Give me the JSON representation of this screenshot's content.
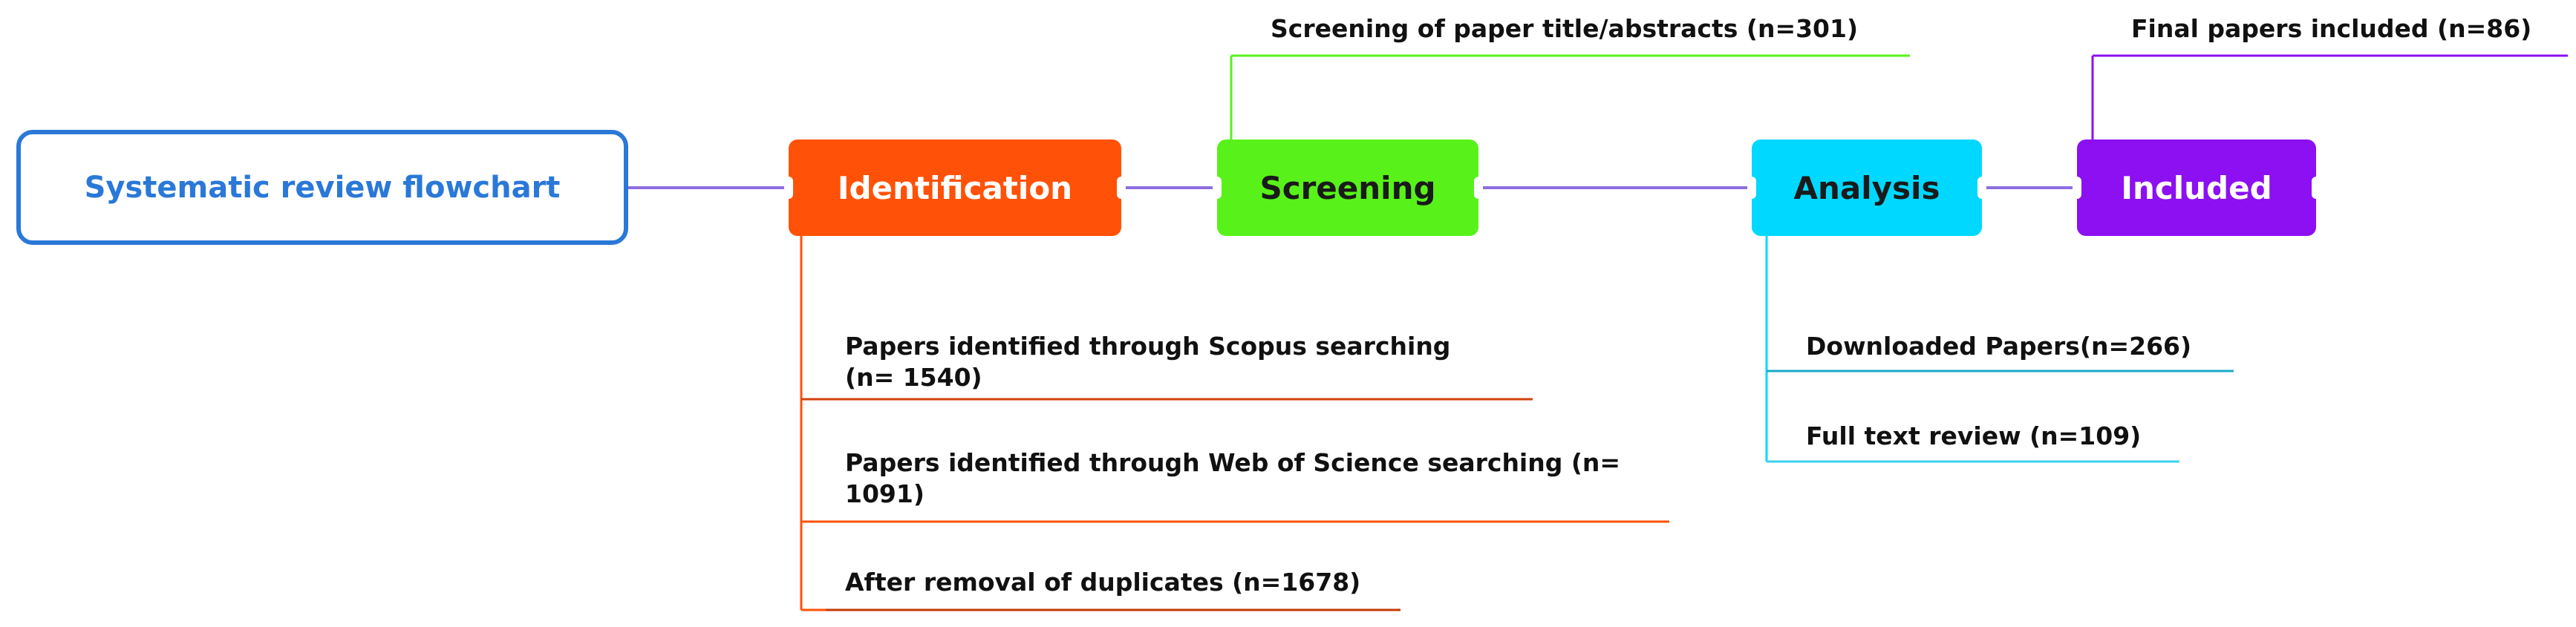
{
  "root": {
    "label": "Systematic review flowchart"
  },
  "stages": [
    {
      "id": "identification",
      "label": "Identification",
      "color": "#ff5208"
    },
    {
      "id": "screening",
      "label": "Screening",
      "color": "#58f21a"
    },
    {
      "id": "analysis",
      "label": "Analysis",
      "color": "#00d8ff"
    },
    {
      "id": "included",
      "label": "Included",
      "color": "#8c10f2"
    }
  ],
  "identification_items": [
    {
      "line1": "Papers identified through Scopus searching",
      "line2": "(n= 1540)"
    },
    {
      "line1": "Papers identified through Web of Science searching (n=",
      "line2": "1091)"
    },
    {
      "line1": "After removal of duplicates (n=1678)",
      "line2": ""
    }
  ],
  "screening_items": [
    {
      "label": "Screening of paper title/abstracts (n=301)"
    }
  ],
  "analysis_items": [
    {
      "label": "Downloaded Papers(n=266)"
    },
    {
      "label": "Full text review (n=109)"
    }
  ],
  "included_items": [
    {
      "label": "Final papers included (n=86)"
    }
  ],
  "colors": {
    "connector": "#8e6ee0",
    "root_border": "#2a78d8"
  }
}
